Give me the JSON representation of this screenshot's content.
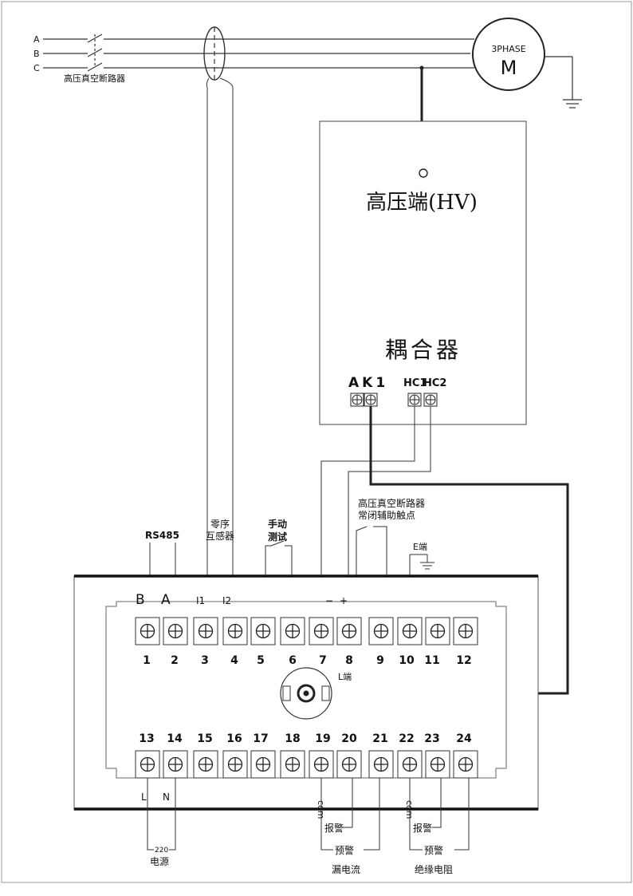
{
  "phases": [
    "A",
    "B",
    "C"
  ],
  "breaker_label": "高压真空断路器",
  "motor": {
    "line1": "3PHASE",
    "line2": "M"
  },
  "coupler": {
    "hv_label": "高压端(HV)",
    "name": "耦合器",
    "ak1": "AK1",
    "hc1": "HC1",
    "hc2": "HC2"
  },
  "labels": {
    "rs485": "RS485",
    "zero_seq_1": "零序",
    "zero_seq_2": "互感器",
    "manual_1": "手动",
    "manual_2": "测试",
    "aux_1": "高压真空断路器",
    "aux_2": "常闭辅助触点",
    "e_end": "E端",
    "l_end": "L端",
    "b": "B",
    "a": "A",
    "i1": "I1",
    "i2": "I2",
    "minus": "−",
    "plus": "+",
    "l": "L",
    "n": "N",
    "v220": "220",
    "power": "电源",
    "com1": "com",
    "com2": "com",
    "alarm1": "报警",
    "prealarm1": "预警",
    "alarm2": "报警",
    "prealarm2": "预警",
    "leakage": "漏电流",
    "insulation": "绝缘电阻"
  },
  "terminals_top": [
    "1",
    "2",
    "3",
    "4",
    "5",
    "6",
    "7",
    "8",
    "9",
    "10",
    "11",
    "12"
  ],
  "terminals_bottom": [
    "13",
    "14",
    "15",
    "16",
    "17",
    "18",
    "19",
    "20",
    "21",
    "22",
    "23",
    "24"
  ]
}
